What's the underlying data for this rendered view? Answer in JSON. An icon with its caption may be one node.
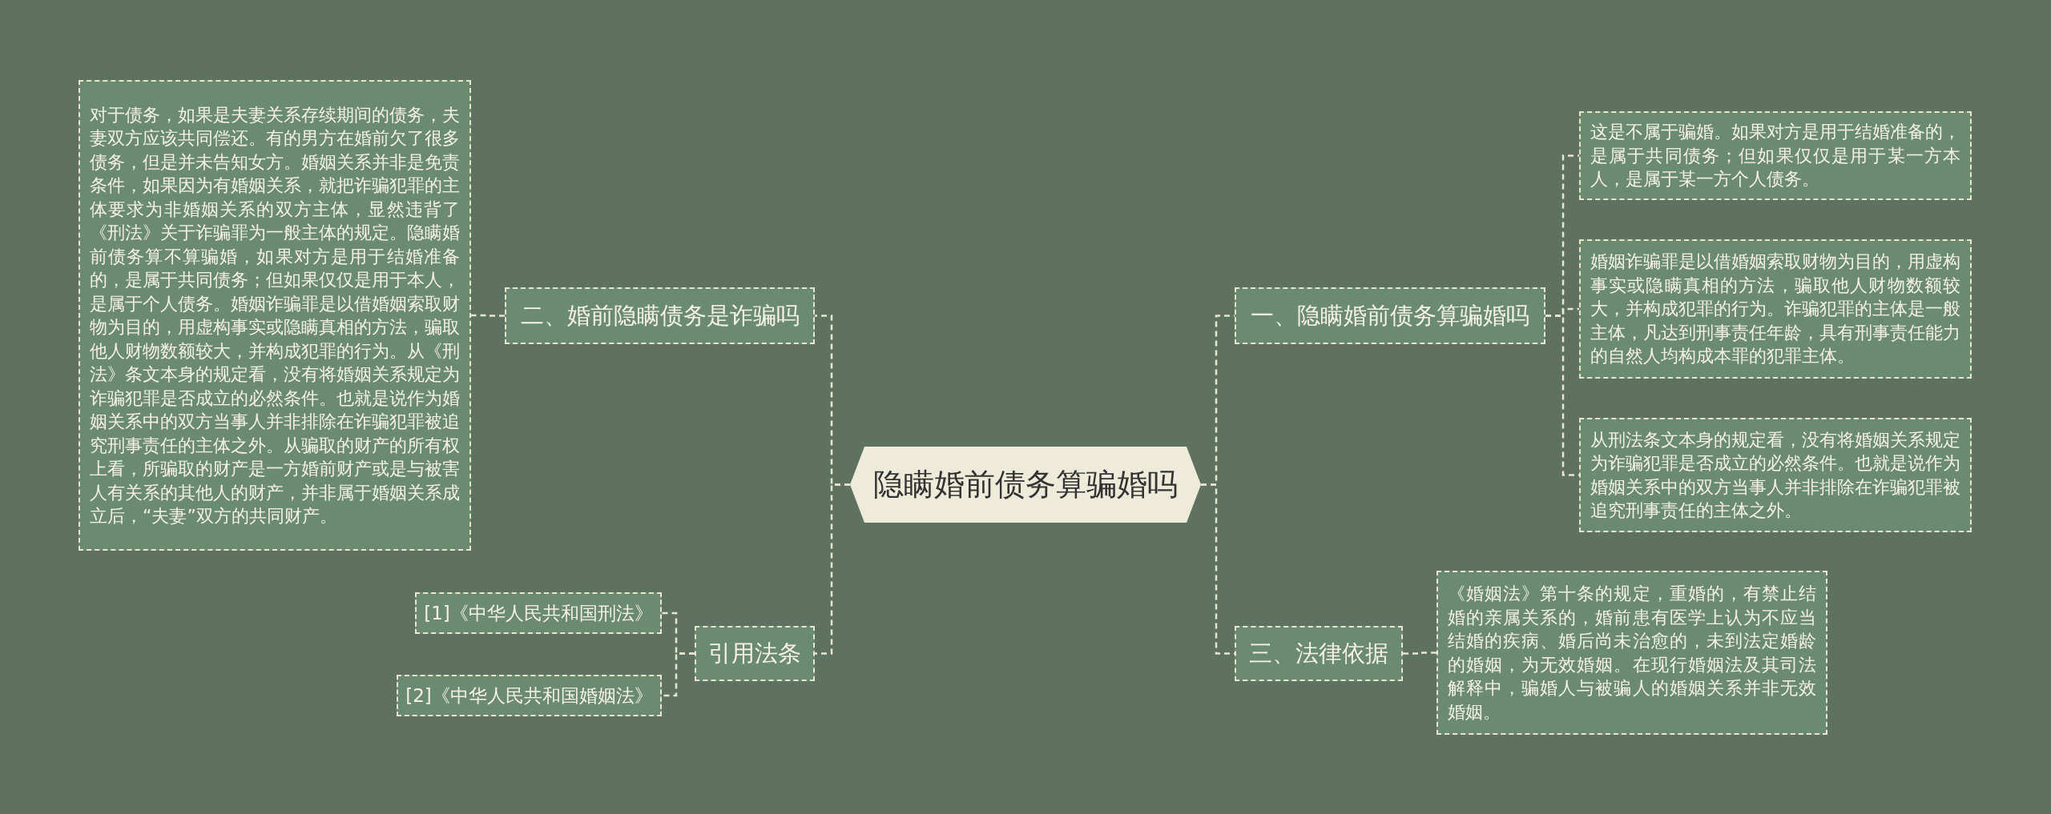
{
  "diagram": {
    "nodes": [
      {
        "text": [
          "隐瞒婚前债务算骗婚吗"
        ]
      },
      {
        "text": [
          "一、隐瞒婚前债务算骗婚吗"
        ]
      },
      {
        "text": [
          "这是不属于骗婚。如果对方是用于结婚准备的，是属于共同债务；但如果仅仅是用于某一方本人，是属于某一方个人债务。"
        ]
      },
      {
        "text": [
          "婚姻诈骗罪是以借婚姻索取财物为目的，用虚构事实或隐瞒真相的方法，骗取他人财物数额较大，并构成犯罪的行为。诈骗犯罪的主体是一般主体，凡达到刑事责任年龄，具有刑事责任能力的自然人均构成本罪的犯罪主体。"
        ]
      },
      {
        "text": [
          "从刑法条文本身的规定看，没有将婚姻关系规定为诈骗犯罪是否成立的必然条件。也就是说作为婚姻关系中的双方当事人并非排除在诈骗犯罪被追究刑事责任的主体之外。"
        ]
      },
      {
        "text": [
          "三、法律依据"
        ]
      },
      {
        "text": [
          "《婚姻法》第十条的规定，重婚的，有禁止结婚的亲属关系的，婚前患有医学上认为不应当结婚的疾病、婚后尚未治愈的，未到法定婚龄的婚姻，为无效婚姻。在现行婚姻法及其司法解释中，骗婚人与被骗人的婚姻关系并非无效婚姻。"
        ]
      },
      {
        "text": [
          "二、婚前隐瞒债务是诈骗吗"
        ]
      },
      {
        "text": [
          "对于债务，如果是夫妻关系存续期间的债务，夫妻双方应该共同偿还。有的男方在婚前欠了很多债务，但是并未告知女方。婚姻关系并非是免责条件，如果因为有婚姻关系，就把诈骗犯罪的主体要求为非婚姻关系的双方主体，显然违背了《刑法》关于诈骗罪为一般主体的规定。隐瞒婚前债务算不算骗婚，如果对方是用于结婚准备的，是属于共同债务；但如果仅仅是用于本人，是属于个人债务。婚姻诈骗罪是以借婚姻索取财物为目的，用虚构事实或隐瞒真相的方法，骗取他人财物数额较大，并构成犯罪的行为。从《刑法》条文本身的规定看，没有将婚姻关系规定为诈骗犯罪是否成立的必然条件。也就是说作为婚姻关系中的双方当事人并非排除在诈骗犯罪被追究刑事责任的主体之外。从骗取的财产的所有权上看，所骗取的财产是一方婚前财产或是与被害人有关系的其他人的财产，并非属于婚姻关系成立后，“夫妻”双方的共同财产。"
        ]
      },
      {
        "text": [
          "引用法条"
        ]
      },
      {
        "text": [
          "[1]《中华人民共和国刑法》"
        ]
      },
      {
        "text": [
          "[2]《中华人民共和国婚姻法》"
        ]
      }
    ],
    "edges": [
      {
        "from": 0,
        "to": 1,
        "arrow": "none",
        "style": "dashed"
      },
      {
        "from": 1,
        "to": 2,
        "arrow": "none",
        "style": "dashed"
      },
      {
        "from": 1,
        "to": 3,
        "arrow": "none",
        "style": "dashed"
      },
      {
        "from": 1,
        "to": 4,
        "arrow": "none",
        "style": "dashed"
      },
      {
        "from": 0,
        "to": 5,
        "arrow": "none",
        "style": "dashed"
      },
      {
        "from": 5,
        "to": 6,
        "arrow": "none",
        "style": "dashed"
      },
      {
        "from": 0,
        "to": 7,
        "arrow": "none",
        "style": "dashed"
      },
      {
        "from": 7,
        "to": 8,
        "arrow": "none",
        "style": "dashed"
      },
      {
        "from": 0,
        "to": 9,
        "arrow": "none",
        "style": "dashed"
      },
      {
        "from": 9,
        "to": 10,
        "arrow": "none",
        "style": "dashed"
      },
      {
        "from": 9,
        "to": 11,
        "arrow": "none",
        "style": "dashed"
      }
    ]
  }
}
